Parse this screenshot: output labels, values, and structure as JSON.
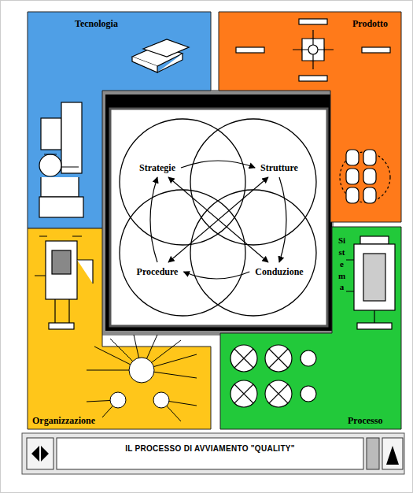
{
  "diagram": {
    "caption": "IL PROCESSO DI AVVIAMENTO \"QUALITY\"",
    "nodes": [
      {
        "text": [
          "Tecnologia"
        ]
      },
      {
        "text": [
          "Prodotto"
        ]
      },
      {
        "text": [
          "Strategie"
        ]
      },
      {
        "text": [
          "Strutture"
        ]
      },
      {
        "text": [
          "Procedure"
        ]
      },
      {
        "text": [
          "Conduzione"
        ]
      },
      {
        "text": [
          "Organizzazione"
        ]
      },
      {
        "text": [
          "Processo"
        ]
      }
    ],
    "edges": [
      {
        "from": 2,
        "to": 3,
        "arrow": "to"
      },
      {
        "from": 3,
        "to": 5,
        "arrow": "to"
      },
      {
        "from": 5,
        "to": 4,
        "arrow": "to"
      },
      {
        "from": 4,
        "to": 2,
        "arrow": "to"
      },
      {
        "from": 2,
        "to": 5,
        "arrow": "both"
      },
      {
        "from": 3,
        "to": 4,
        "arrow": "both"
      }
    ],
    "labels": [
      "Sistema"
    ]
  }
}
